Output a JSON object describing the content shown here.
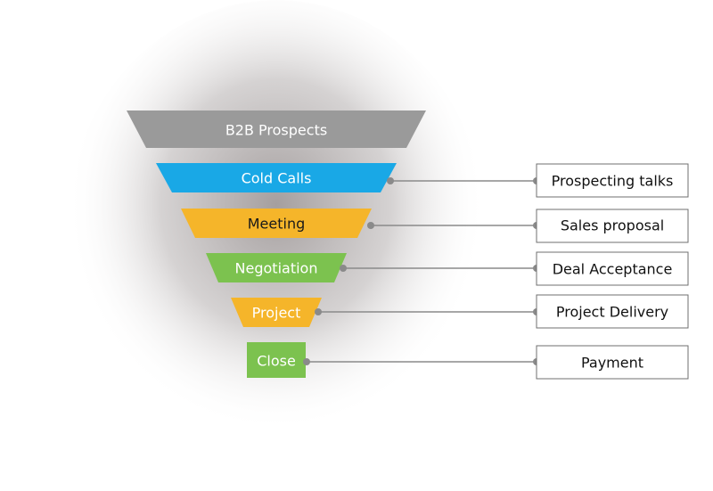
{
  "stages": [
    {
      "label": "B2B  Prospects",
      "color": "#9a9a9a",
      "text_color": "#ffffff"
    },
    {
      "label": "Cold Calls",
      "color": "#19a8e6",
      "text_color": "#ffffff"
    },
    {
      "label": "Meeting",
      "color": "#f5b52a",
      "text_color": "#1a1a1a"
    },
    {
      "label": "Negotiation",
      "color": "#7cc24f",
      "text_color": "#ffffff"
    },
    {
      "label": "Project",
      "color": "#f5b52a",
      "text_color": "#ffffff"
    },
    {
      "label": "Close",
      "color": "#7cc24f",
      "text_color": "#ffffff"
    }
  ],
  "outcomes": [
    {
      "label": "Prospecting talks"
    },
    {
      "label": "Sales proposal"
    },
    {
      "label": "Deal Acceptance"
    },
    {
      "label": "Project Delivery"
    },
    {
      "label": "Payment"
    }
  ],
  "connector_color": "#8a8a8a",
  "box_border_color": "#6f6f6f"
}
